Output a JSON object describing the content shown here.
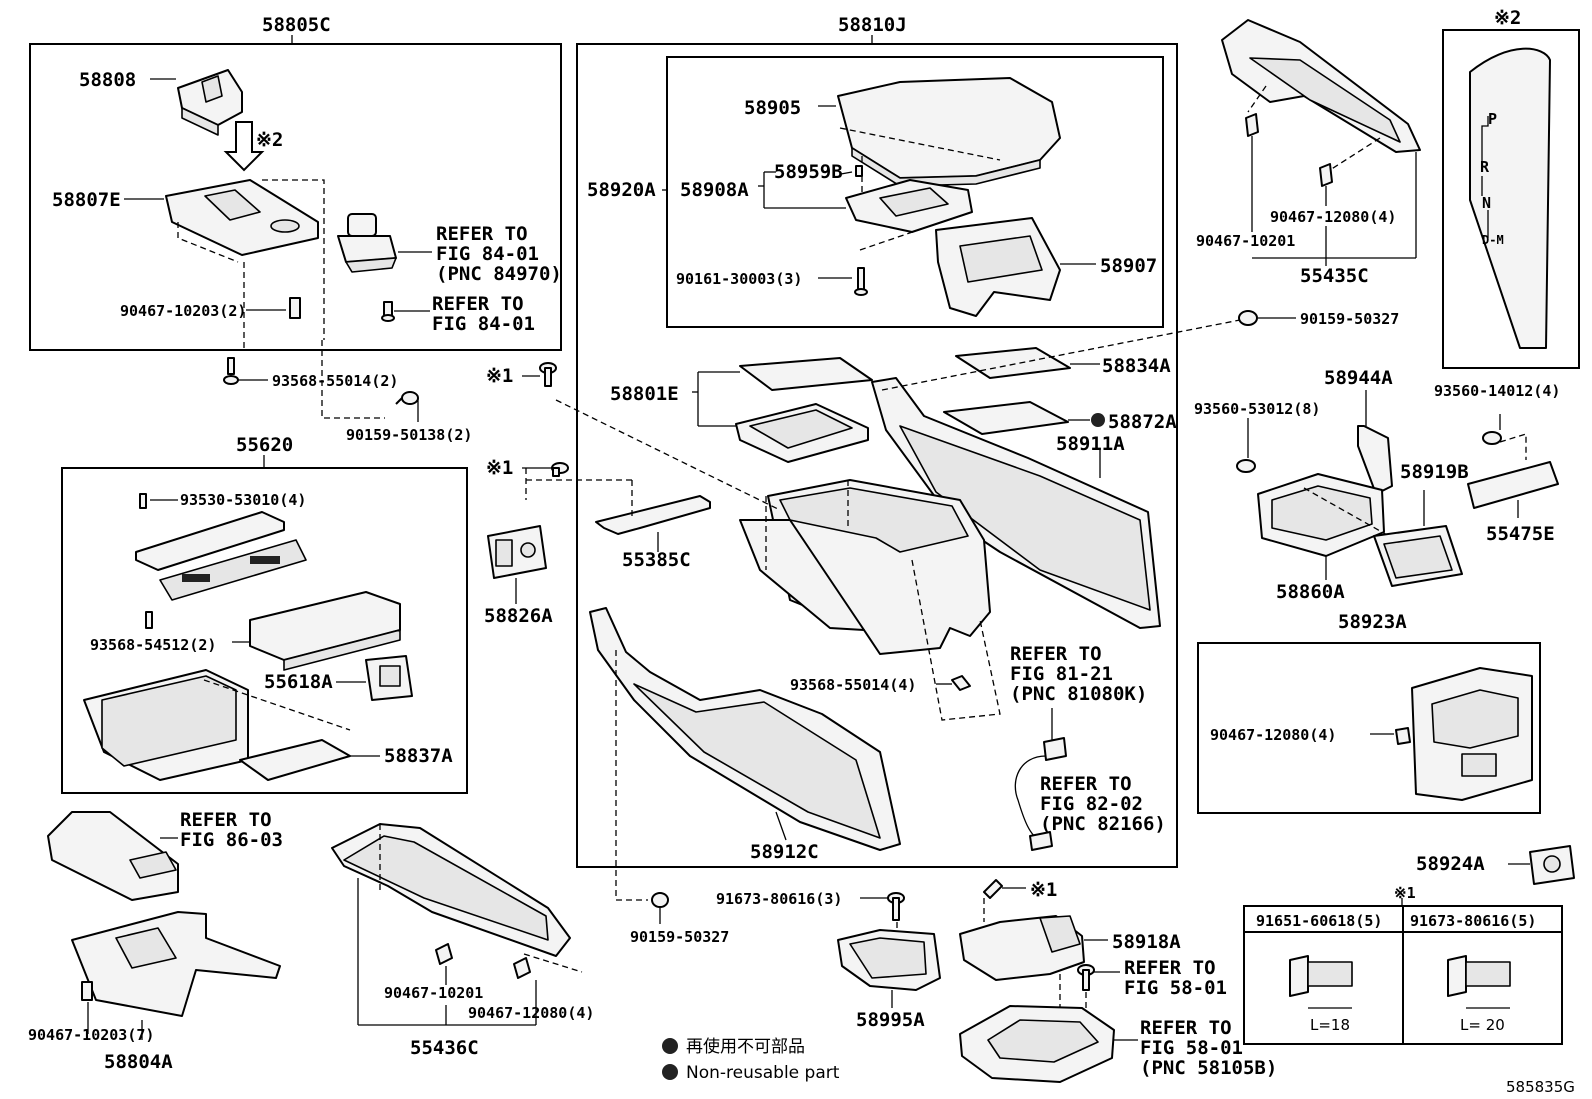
{
  "groups": {
    "g58805C": "58805C",
    "g58810J": "58810J",
    "g55620": "55620",
    "note2_header": "※2"
  },
  "labels": {
    "p58808": "58808",
    "mark2": "※2",
    "p58807E": "58807E",
    "ref8401a_1": "REFER TO",
    "ref8401a_2": "FIG 84-01",
    "ref8401a_3": "(PNC 84970)",
    "ref8401b_1": "REFER TO",
    "ref8401b_2": "FIG 84-01",
    "p90467_10203_2": "90467-10203(2)",
    "p93568_55014_2": "93568-55014(2)",
    "p90159_50138_2": "90159-50138(2)",
    "p93530_53010_4": "93530-53010(4)",
    "p93568_54512_2": "93568-54512(2)",
    "p55618A": "55618A",
    "p58837A": "58837A",
    "ref8603_1": "REFER TO",
    "ref8603_2": "FIG 86-03",
    "p90467_10203_7": "90467-10203(7)",
    "p58804A": "58804A",
    "p58905": "58905",
    "p58920A": "58920A",
    "p58908A": "58908A",
    "p58959B": "58959B",
    "p90161_30003_3": "90161-30003(3)",
    "p58907": "58907",
    "mark1a": "※1",
    "mark1b": "※1",
    "mark1c": "※1",
    "p58801E": "58801E",
    "p58834A": "58834A",
    "p58872A": "58872A",
    "p58911A": "58911A",
    "p55385C": "55385C",
    "p58826A": "58826A",
    "p93568_55014_4": "93568-55014(4)",
    "ref8121_1": "REFER TO",
    "ref8121_2": "FIG 81-21",
    "ref8121_3": "(PNC 81080K)",
    "ref8202_1": "REFER TO",
    "ref8202_2": "FIG 82-02",
    "ref8202_3": "(PNC 82166)",
    "p58912C": "58912C",
    "p90159_50327a": "90159-50327",
    "p91673_80616_3": "91673-80616(3)",
    "p58918A": "58918A",
    "ref5801a_1": "REFER TO",
    "ref5801a_2": "FIG 58-01",
    "ref5801b_1": "REFER TO",
    "ref5801b_2": "FIG 58-01",
    "ref5801b_3": "(PNC 58105B)",
    "p58995A": "58995A",
    "p90467_10201a": "90467-10201",
    "p90467_12080_4a": "90467-12080(4)",
    "p55436C": "55436C",
    "p90467_12080_4b": "90467-12080(4)",
    "p90467_10201b": "90467-10201",
    "p55435C": "55435C",
    "p90159_50327b": "90159-50327",
    "p58944A": "58944A",
    "p93560_53012_8": "93560-53012(8)",
    "p93560_14012_4": "93560-14012(4)",
    "p58919B": "58919B",
    "p55475E": "55475E",
    "p58860A": "58860A",
    "p58923A": "58923A",
    "p90467_12080_4c": "90467-12080(4)",
    "p58924A": "58924A",
    "shift_P": "P",
    "shift_R": "R",
    "shift_N": "N",
    "shift_DM": "D-M",
    "fast_note": "※1",
    "fast_h1": "91651-60618(5)",
    "fast_h2": "91673-80616(5)",
    "fast_l1": "L=18",
    "fast_l2": "L= 20"
  },
  "legend": {
    "line1": "再使用不可部品",
    "line2": "Non-reusable part"
  },
  "figure_id": "585835G"
}
